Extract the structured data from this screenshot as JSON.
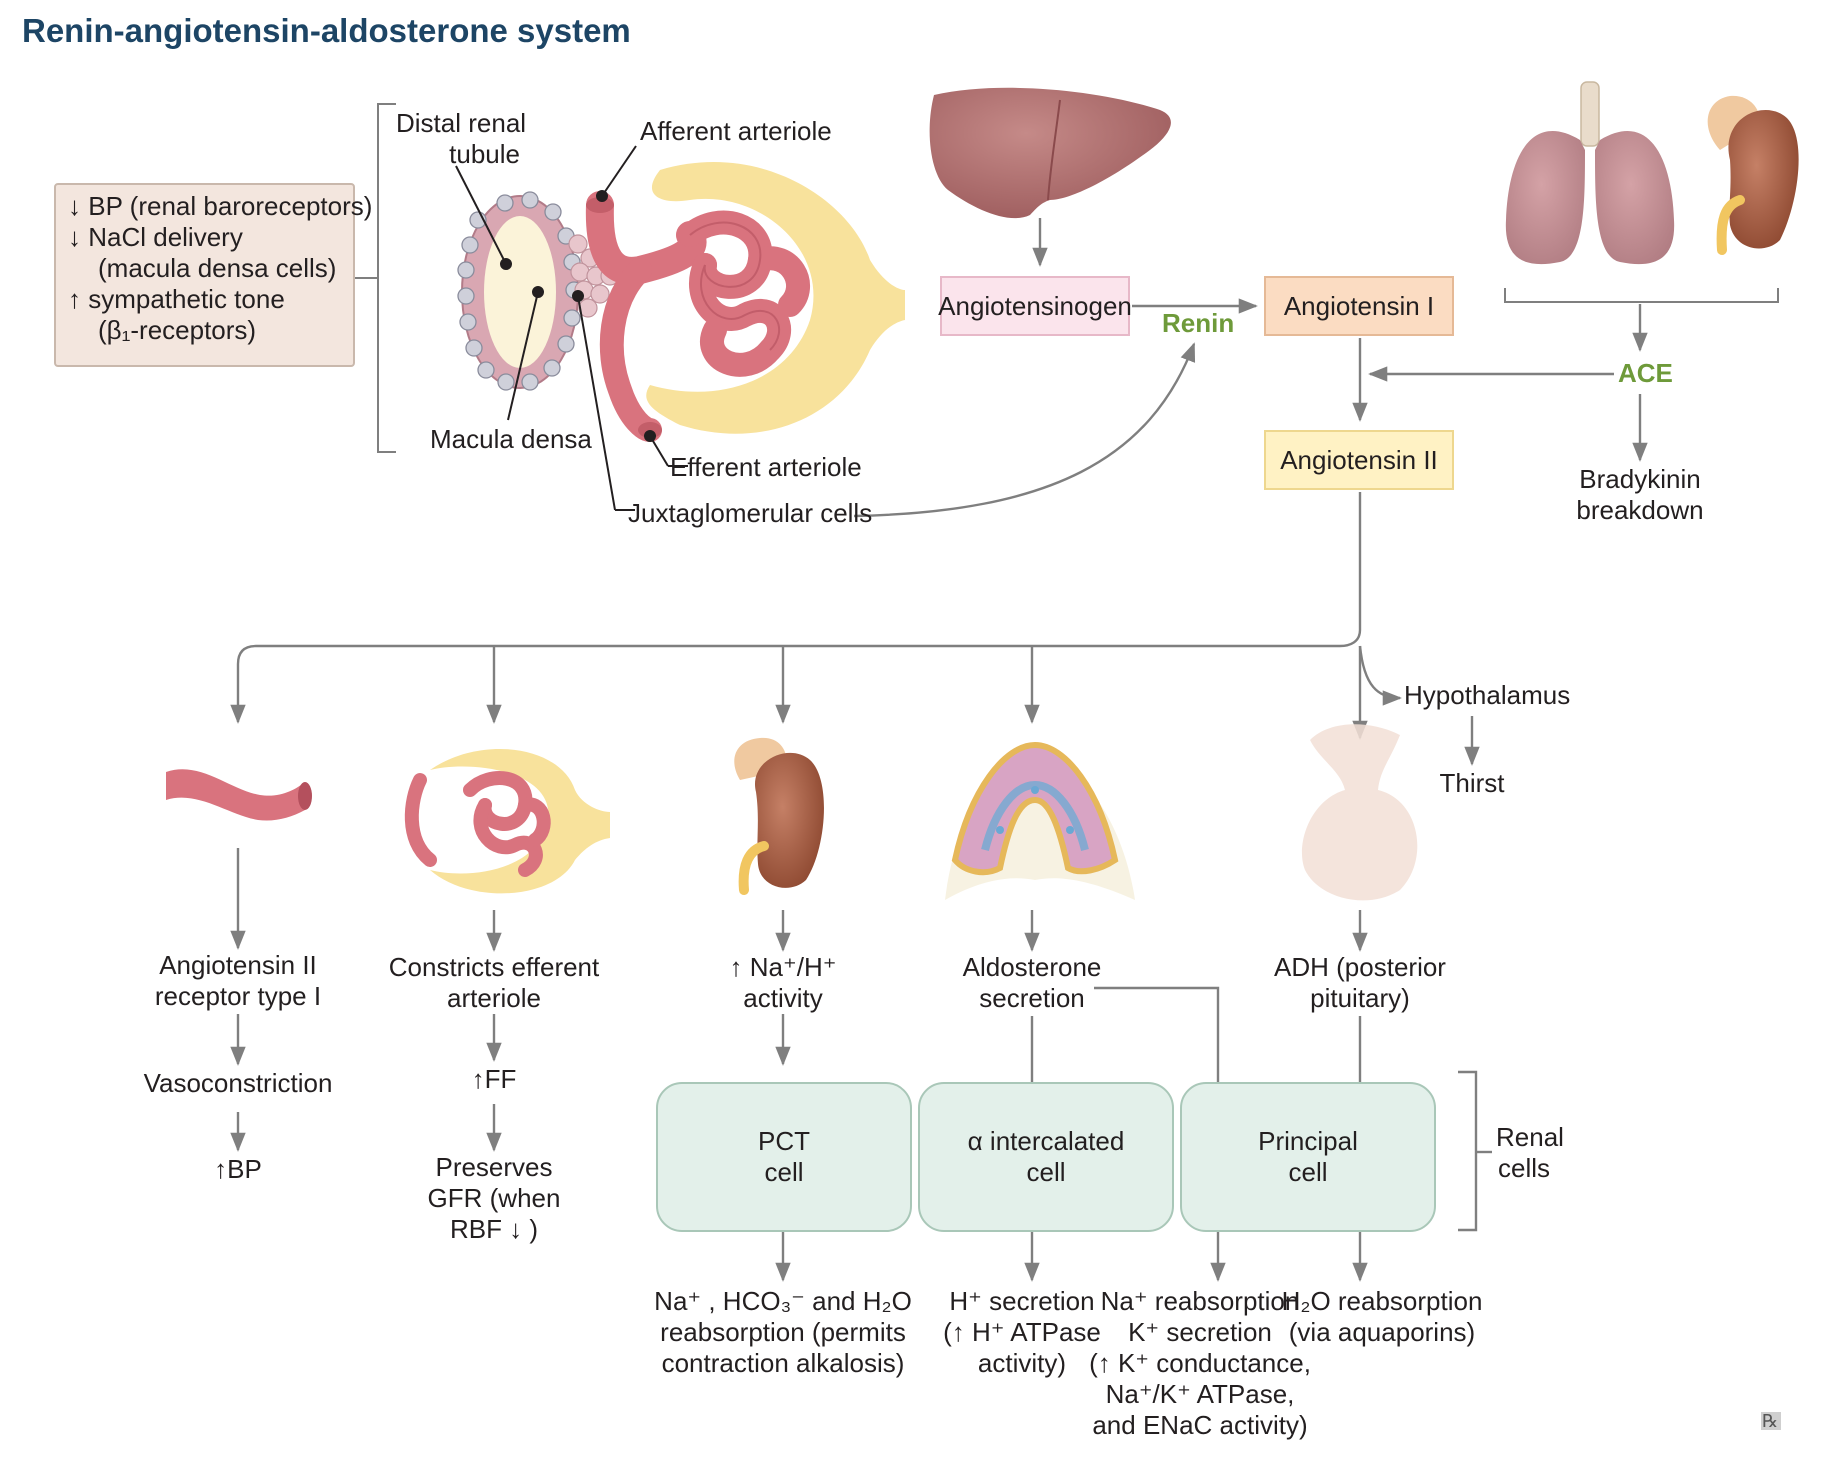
{
  "title": "Renin-angiotensin-aldosterone system",
  "triggers": [
    "↓ BP (renal baroreceptors)",
    "↓ NaCl delivery",
    "(macula densa cells)",
    "↑ sympathetic tone",
    "(β₁-receptors)"
  ],
  "kidney_labels": {
    "distal_renal_tubule": [
      "Distal renal",
      "tubule"
    ],
    "afferent_arteriole": "Afferent arteriole",
    "macula_densa": "Macula densa",
    "efferent_arteriole": "Efferent arteriole",
    "juxtaglomerular_cells": "Juxtaglomerular cells"
  },
  "cascade": {
    "angiotensinogen": "Angiotensinogen",
    "renin": "Renin",
    "angiotensin_1": "Angiotensin I",
    "ace": "ACE",
    "angiotensin_2": "Angiotensin II",
    "bradykinin": [
      "Bradykinin",
      "breakdown"
    ]
  },
  "effects": {
    "col1": {
      "receptor": [
        "Angiotensin II",
        "receptor type I"
      ],
      "vaso": "Vasoconstriction",
      "bp": "↑BP"
    },
    "col2": {
      "constricts": [
        "Constricts efferent",
        "arteriole"
      ],
      "ff": "↑FF",
      "gfr": [
        "Preserves",
        "GFR (when",
        "RBF ↓ )"
      ]
    },
    "col3": {
      "activity": [
        "↑ Na⁺/H⁺",
        "activity"
      ]
    },
    "col4": {
      "aldosterone": [
        "Aldosterone",
        "secretion"
      ]
    },
    "col5": {
      "adh": [
        "ADH (posterior",
        "pituitary)"
      ],
      "hypothalamus": "Hypothalamus",
      "thirst": "Thirst"
    }
  },
  "renal_cells": {
    "label": [
      "Renal",
      "cells"
    ],
    "pct": [
      "PCT",
      "cell"
    ],
    "alpha": [
      "α intercalated",
      "cell"
    ],
    "principal": [
      "Principal",
      "cell"
    ]
  },
  "outcomes": {
    "pct": [
      "Na⁺ , HCO₃⁻ and H₂O",
      "reabsorption (permits",
      "contraction alkalosis)"
    ],
    "alpha": [
      "H⁺ secretion",
      "(↑ H⁺ ATPase",
      "activity)"
    ],
    "principal": [
      "Na⁺ reabsorption",
      "K⁺ secretion",
      "(↑ K⁺ conductance,",
      "Na⁺/K⁺ ATPase,",
      "and ENaC activity)"
    ],
    "water": [
      "H₂O reabsorption",
      "(via aquaporins)"
    ]
  },
  "watermark": "℞",
  "colors": {
    "title": "#1d4565",
    "arrow": "#7f7f7f",
    "green_label": "#6e9a3a",
    "vessel": "#d9737e",
    "capsule": "#f8e29c",
    "organ": "#b8707a"
  }
}
